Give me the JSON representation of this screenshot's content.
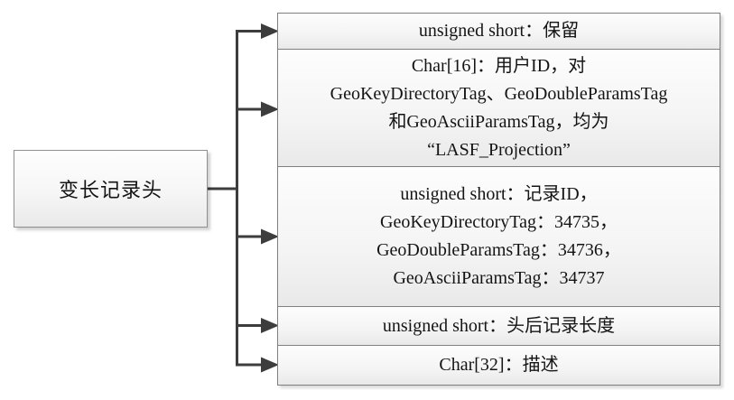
{
  "diagram": {
    "root_label": "变长记录头",
    "fields": [
      {
        "lines": [
          "unsigned short：保留"
        ]
      },
      {
        "lines": [
          "Char[16]：用户ID，对",
          "GeoKeyDirectoryTag、GeoDoubleParamsTag",
          "和GeoAsciiParamsTag，均为",
          "“LASF_Projection”"
        ]
      },
      {
        "lines": [
          "unsigned short：记录ID，",
          "GeoKeyDirectoryTag：34735，",
          "GeoDoubleParamsTag：34736，",
          "GeoAsciiParamsTag：34737"
        ]
      },
      {
        "lines": [
          "unsigned short：头后记录长度"
        ]
      },
      {
        "lines": [
          "Char[32]：描述"
        ]
      }
    ],
    "colors": {
      "connector": "#3d3d3d",
      "box_border": "#7f7f7f",
      "box_fill_top": "#fdfdfd",
      "box_fill_bottom": "#e9e9e9",
      "text": "#141414",
      "background": "#ffffff"
    }
  }
}
